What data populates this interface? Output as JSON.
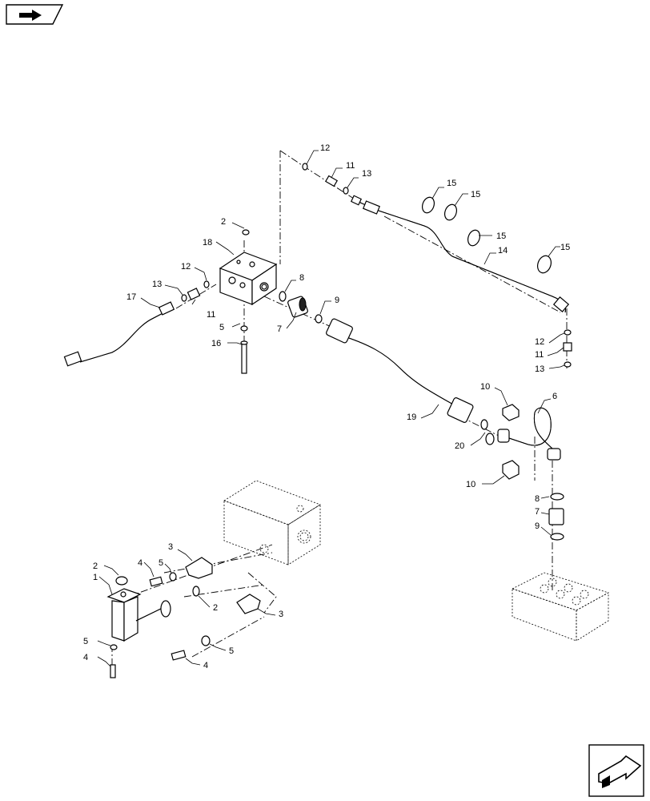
{
  "header": {
    "icon": "page-nav-icon"
  },
  "footer": {
    "icon": "next-page-arrow-icon"
  },
  "callouts": [
    {
      "id": "c12a",
      "text": "12"
    },
    {
      "id": "c11a",
      "text": "11"
    },
    {
      "id": "c13a",
      "text": "13"
    },
    {
      "id": "c15a",
      "text": "15"
    },
    {
      "id": "c15b",
      "text": "15"
    },
    {
      "id": "c15c",
      "text": "15"
    },
    {
      "id": "c15d",
      "text": "15"
    },
    {
      "id": "c14",
      "text": "14"
    },
    {
      "id": "c2a",
      "text": "2"
    },
    {
      "id": "c18",
      "text": "18"
    },
    {
      "id": "c12b",
      "text": "12"
    },
    {
      "id": "c13b",
      "text": "13"
    },
    {
      "id": "c17",
      "text": "17"
    },
    {
      "id": "c11b",
      "text": "11"
    },
    {
      "id": "c8a",
      "text": "8"
    },
    {
      "id": "c9a",
      "text": "9"
    },
    {
      "id": "c7a",
      "text": "7"
    },
    {
      "id": "c5a",
      "text": "5"
    },
    {
      "id": "c16",
      "text": "16"
    },
    {
      "id": "c12c",
      "text": "12"
    },
    {
      "id": "c11c",
      "text": "11"
    },
    {
      "id": "c13c",
      "text": "13"
    },
    {
      "id": "c10a",
      "text": "10"
    },
    {
      "id": "c6",
      "text": "6"
    },
    {
      "id": "c19",
      "text": "19"
    },
    {
      "id": "c20",
      "text": "20"
    },
    {
      "id": "c10b",
      "text": "10"
    },
    {
      "id": "c8b",
      "text": "8"
    },
    {
      "id": "c7b",
      "text": "7"
    },
    {
      "id": "c9b",
      "text": "9"
    },
    {
      "id": "c2b",
      "text": "2"
    },
    {
      "id": "c1",
      "text": "1"
    },
    {
      "id": "c4a",
      "text": "4"
    },
    {
      "id": "c5b",
      "text": "5"
    },
    {
      "id": "c3a",
      "text": "3"
    },
    {
      "id": "c2c",
      "text": "2"
    },
    {
      "id": "c3b",
      "text": "3"
    },
    {
      "id": "c5c",
      "text": "5"
    },
    {
      "id": "c4b",
      "text": "4"
    },
    {
      "id": "c5d",
      "text": "5"
    },
    {
      "id": "c4c",
      "text": "4"
    }
  ]
}
